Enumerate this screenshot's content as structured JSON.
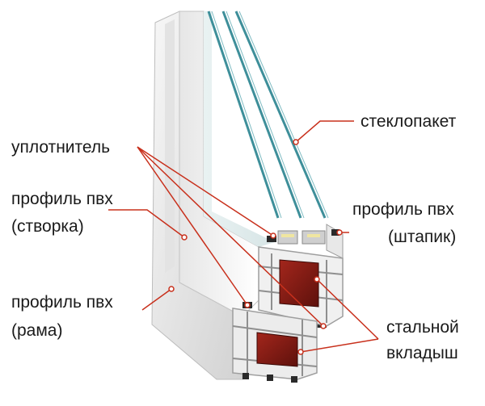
{
  "labels": {
    "glass_unit": "стеклопакет",
    "seal": "уплотнитель",
    "sash_profile_1": "профиль пвх",
    "sash_profile_2": "(створка)",
    "bead_profile_1": "профиль пвх",
    "bead_profile_2": "(штапик)",
    "frame_profile_1": "профиль пвх",
    "frame_profile_2": "(рама)",
    "steel_insert_1": "стальной",
    "steel_insert_2": "вкладыш"
  },
  "colors": {
    "leader": "#c8301c",
    "pvc_light": "#f2f2f2",
    "pvc_mid": "#dcdcdc",
    "pvc_shadow": "#b8b8b8",
    "gasket": "#2a2a2a",
    "steel": "#8c1d16",
    "glass": "#3e8f9a",
    "label_text": "#1a1a1a"
  }
}
